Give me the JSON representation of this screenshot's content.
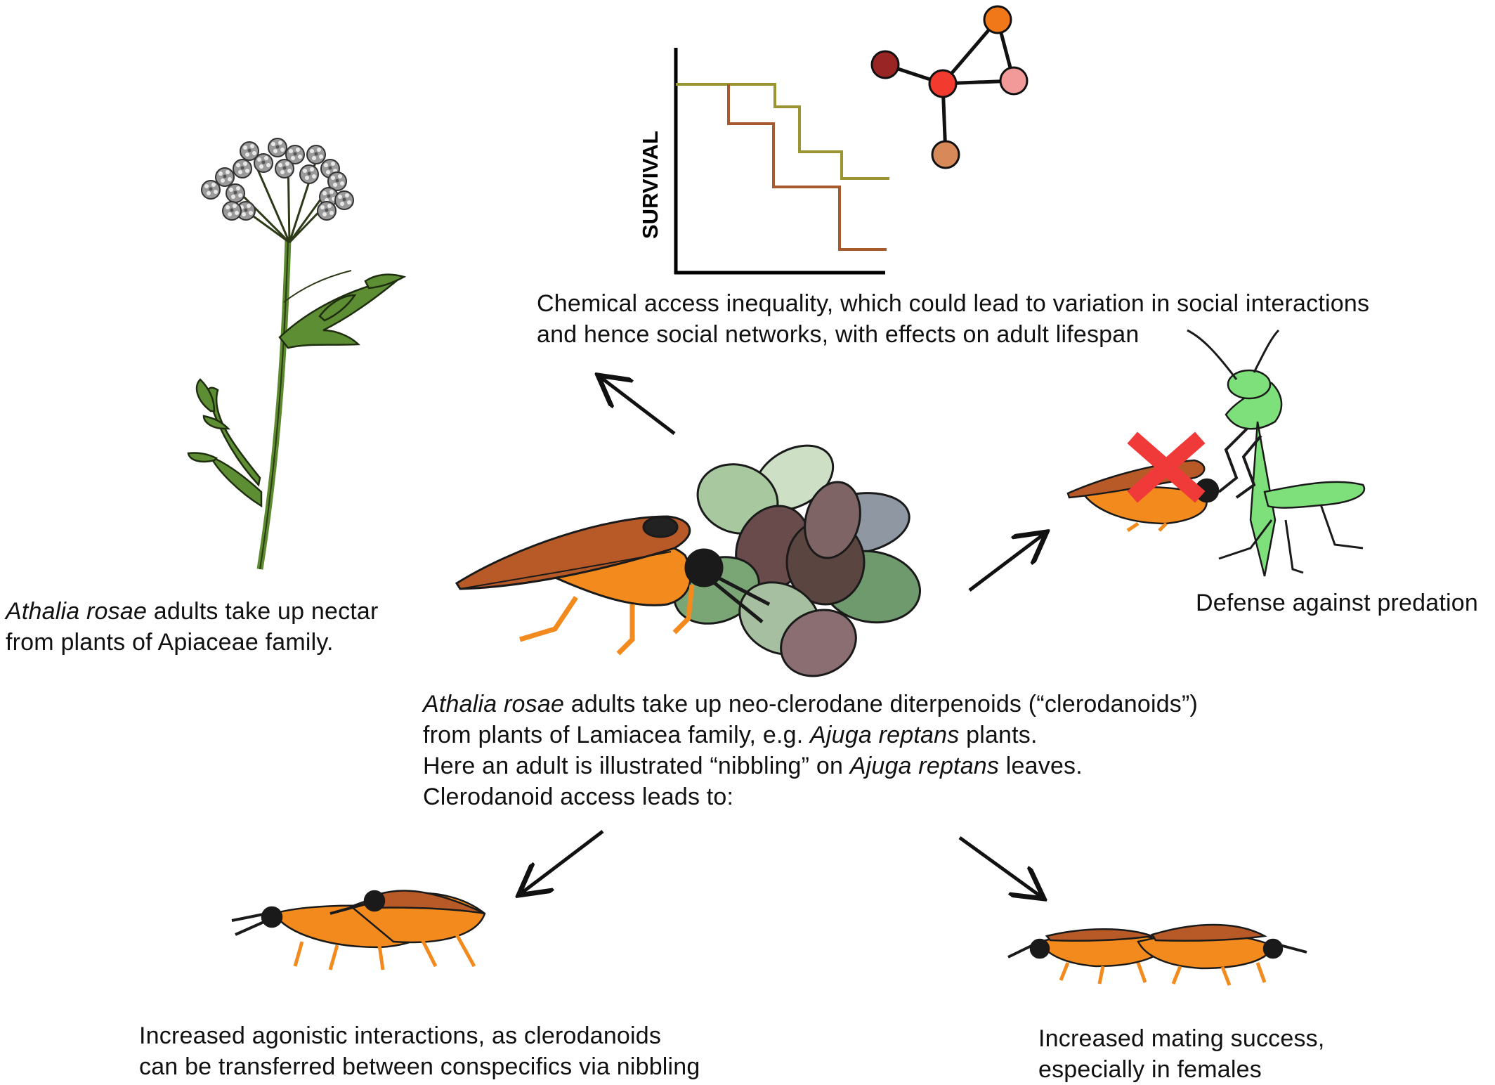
{
  "apiaceae": {
    "species": "Athalia rosae",
    "line1_rest": " adults take up nectar",
    "line2": "from plants of Apiaceae family."
  },
  "center": {
    "species": "Athalia rosae",
    "line1_rest": " adults take up neo-clerodane diterpenoids (“clerodanoids”)",
    "line2_pre": "from plants of Lamiacea family, e.g. ",
    "line2_species": "Ajuga reptans",
    "line2_post": " plants.",
    "line3_pre": "Here an adult is illustrated “nibbling” on ",
    "line3_species": "Ajuga reptans",
    "line3_post": " leaves.",
    "line4": "Clerodanoid access leads to:"
  },
  "chemical": {
    "line1": "Chemical access inequality, which could lead to variation in social interactions",
    "line2": "and hence social networks, with effects on adult lifespan"
  },
  "survival_plot": {
    "ylabel": "SURVIVAL",
    "colors": {
      "series_a": "#9b9432",
      "series_b": "#a65a2e"
    }
  },
  "network": {
    "node_colors": [
      "#9a2525",
      "#f23a2e",
      "#f07818",
      "#f29a9a",
      "#d8895a"
    ]
  },
  "defense": {
    "label": "Defense against predation"
  },
  "agonistic": {
    "line1": "Increased agonistic interactions, as clerodanoids",
    "line2": "can be transferred between conspecifics via nibbling"
  },
  "mating": {
    "line1": "Increased mating success,",
    "line2": "especially in females"
  },
  "colors": {
    "insect_body": "#f28a1e",
    "insect_wing": "#b85a28",
    "insect_head": "#1a1a1a",
    "plant_stem": "#5c8a2e",
    "mantis": "#7ee07a",
    "cross": "#f03a3a"
  }
}
